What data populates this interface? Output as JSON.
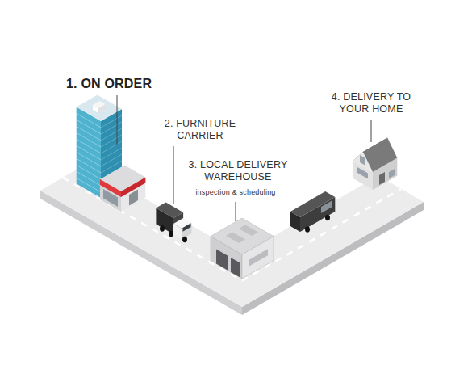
{
  "diagram": {
    "labels": [
      "1. ON ORDER",
      "2. FURNITURE CARRIER",
      "3. LOCAL DELIVERY WAREHOUSE",
      "inspection & scheduling",
      "4. DELIVERY TO YOUR HOME"
    ]
  }
}
